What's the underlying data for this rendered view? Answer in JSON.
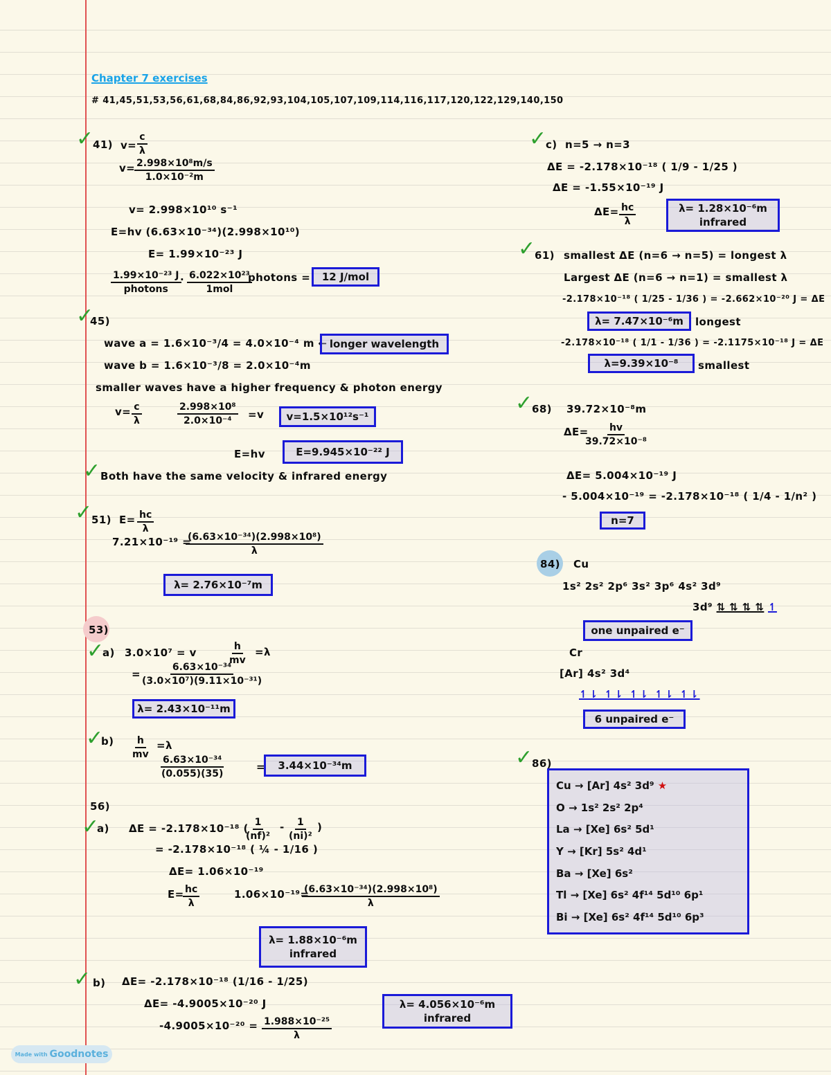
{
  "title": "Chapter 7 exercises",
  "exercise_list": "# 41,45,51,53,56,61,68,84,86,92,93,104,105,107,109,114,116,117,120,122,129,140,150",
  "left": {
    "p41": {
      "label": "41)",
      "v_eq": "v=",
      "c": "c",
      "lam": "λ",
      "v2": "v=",
      "num1": "2.998×10⁸m/s",
      "den1": "1.0×10⁻²m",
      "v3": "v= 2.998×10¹⁰ s⁻¹",
      "e_hv": "E=hv   (6.63×10⁻³⁴)(2.998×10¹⁰)",
      "e_val": "E= 1.99×10⁻²³ J",
      "conv_num1": "1.99×10⁻²³ J",
      "conv_den1": "photons",
      "times": "·",
      "conv_num2": "6.022×10²³",
      "conv_den2": "1mol",
      "conv_tail": "photons =",
      "answer": "12 J/mol"
    },
    "p45": {
      "label": "45)",
      "wave_a": "wave a = 1.6×10⁻³/4 = 4.0×10⁻⁴ m ←",
      "answer_a": "longer wavelength",
      "wave_b": "wave b = 1.6×10⁻³/8 = 2.0×10⁻⁴m",
      "statement": "smaller waves have a higher frequency & photon energy",
      "v_eq": "v=",
      "c": "c",
      "lam": "λ",
      "num": "2.998×10⁸",
      "den": "2.0×10⁻⁴",
      "eq_v": "=v",
      "answer_v": "v=1.5×10¹²s⁻¹",
      "e_hv": "E=hv",
      "answer_e": "E=9.945×10⁻²² J",
      "conclusion": "Both have the same velocity & infrared energy"
    },
    "p51": {
      "label": "51)",
      "e_eq": "E=",
      "hc": "hc",
      "lam": "λ",
      "lhs": "7.21×10⁻¹⁹ =",
      "num": "(6.63×10⁻³⁴)(2.998×10⁸)",
      "answer": "λ= 2.76×10⁻⁷m"
    },
    "p53": {
      "label": "53)",
      "a_label": "a)",
      "a_line": "3.0×10⁷ = v",
      "h": "h",
      "mv": "mv",
      "eq_lam": "=λ",
      "a_eq": "=",
      "a_num": "6.63×10⁻³⁴",
      "a_den": "(3.0×10⁷)(9.11×10⁻³¹)",
      "answer_a": "λ= 2.43×10⁻¹¹m",
      "b_label": "b)",
      "b_num": "6.63×10⁻³⁴",
      "b_den": "(0.055)(35)",
      "b_eq": "=",
      "answer_b": "3.44×10⁻³⁴m"
    },
    "p56": {
      "label": "56)",
      "a_label": "a)",
      "a_de": "ΔE = -2.178×10⁻¹⁸ (",
      "n1": "1",
      "nf": "(nf)²",
      "minus": "-",
      "n2": "1",
      "ni": "(ni)²",
      "close": ")",
      "a_line2": "= -2.178×10⁻¹⁸ ( ¼ - 1/16 )",
      "a_line3": "ΔE= 1.06×10⁻¹⁹",
      "e_eq": "E=",
      "hc": "hc",
      "lam": "λ",
      "rhs_lhs": "1.06×10⁻¹⁹=",
      "rhs_num": "(6.63×10⁻³⁴)(2.998×10⁸)",
      "rhs_den": "λ",
      "answer_a1": "λ= 1.88×10⁻⁶m",
      "answer_a2": "infrared",
      "b_label": "b)",
      "b_de": "ΔE= -2.178×10⁻¹⁸ (1/16 - 1/25)",
      "b_line2": "ΔE= -4.9005×10⁻²⁰ J",
      "b_line3_lhs": "-4.9005×10⁻²⁰ =",
      "b_num": "1.988×10⁻²⁵",
      "b_den": "λ",
      "answer_b1": "λ= 4.056×10⁻⁶m",
      "answer_b2": "infrared"
    }
  },
  "right": {
    "p56c": {
      "label": "c)",
      "transition": "n=5 → n=3",
      "line1": "ΔE = -2.178×10⁻¹⁸ ( 1/9 - 1/25 )",
      "line2": "ΔE  = -1.55×10⁻¹⁹ J",
      "de_eq": "ΔE=",
      "hc": "hc",
      "lam": "λ",
      "answer1": "λ= 1.28×10⁻⁶m",
      "answer2": "infrared"
    },
    "p61": {
      "label": "61)",
      "line1": "smallest ΔE (n=6 → n=5) = longest λ",
      "line2": "Largest ΔE (n=6 → n=1) = smallest λ",
      "line3": "-2.178×10⁻¹⁸ ( 1/25 - 1/36 ) = -2.662×10⁻²⁰ J = ΔE",
      "answer1": "λ= 7.47×10⁻⁶m",
      "tag1": "longest",
      "line4": "-2.178×10⁻¹⁸ ( 1/1 - 1/36 ) = -2.1175×10⁻¹⁸ J = ΔE",
      "answer2": "λ=9.39×10⁻⁸",
      "tag2": "smallest"
    },
    "p68": {
      "label": "68)",
      "value": "39.72×10⁻⁸m",
      "de_eq": "ΔE=",
      "num": "hv",
      "den": "39.72×10⁻⁸",
      "line2": "ΔE= 5.004×10⁻¹⁹ J",
      "line3": "- 5.004×10⁻¹⁹ = -2.178×10⁻¹⁸ ( 1/4 - 1/n² )",
      "answer": "n=7"
    },
    "p84": {
      "label": "84)",
      "element1": "Cu",
      "config1": "1s² 2s² 2p⁶ 3s² 3p⁶ 4s² 3d⁹",
      "orbital_prefix": "3d⁹",
      "orbitals1": "⇅ ⇅ ⇅ ⇅",
      "orbital_last": "↿",
      "answer1": "one unpaired e⁻",
      "element2": "Cr",
      "config2": "[Ar] 4s² 3d⁴",
      "orbitals2": "↿⇂ ↿⇂ ↿⇂ ↿⇂ ↿⇂",
      "answer2": "6 unpaired e⁻"
    },
    "p86": {
      "label": "86)",
      "configs": [
        "Cu → [Ar] 4s² 3d⁹",
        "O → 1s² 2s² 2p⁴",
        "La → [Xe] 6s² 5d¹",
        "Y → [Kr] 5s² 4d¹",
        "Ba → [Xe] 6s²",
        "Tl → [Xe] 6s² 4f¹⁴ 5d¹⁰ 6p¹",
        "Bi → [Xe] 6s² 4f¹⁴ 5d¹⁰ 6p³"
      ],
      "star": "★"
    }
  },
  "watermark": {
    "small": "Made with",
    "brand": "Goodnotes"
  },
  "colors": {
    "ink": "#0d0d0d",
    "box_border": "#1a1ad8",
    "check": "#2ea02e",
    "title": "#19a3e8",
    "margin": "#e05252"
  }
}
